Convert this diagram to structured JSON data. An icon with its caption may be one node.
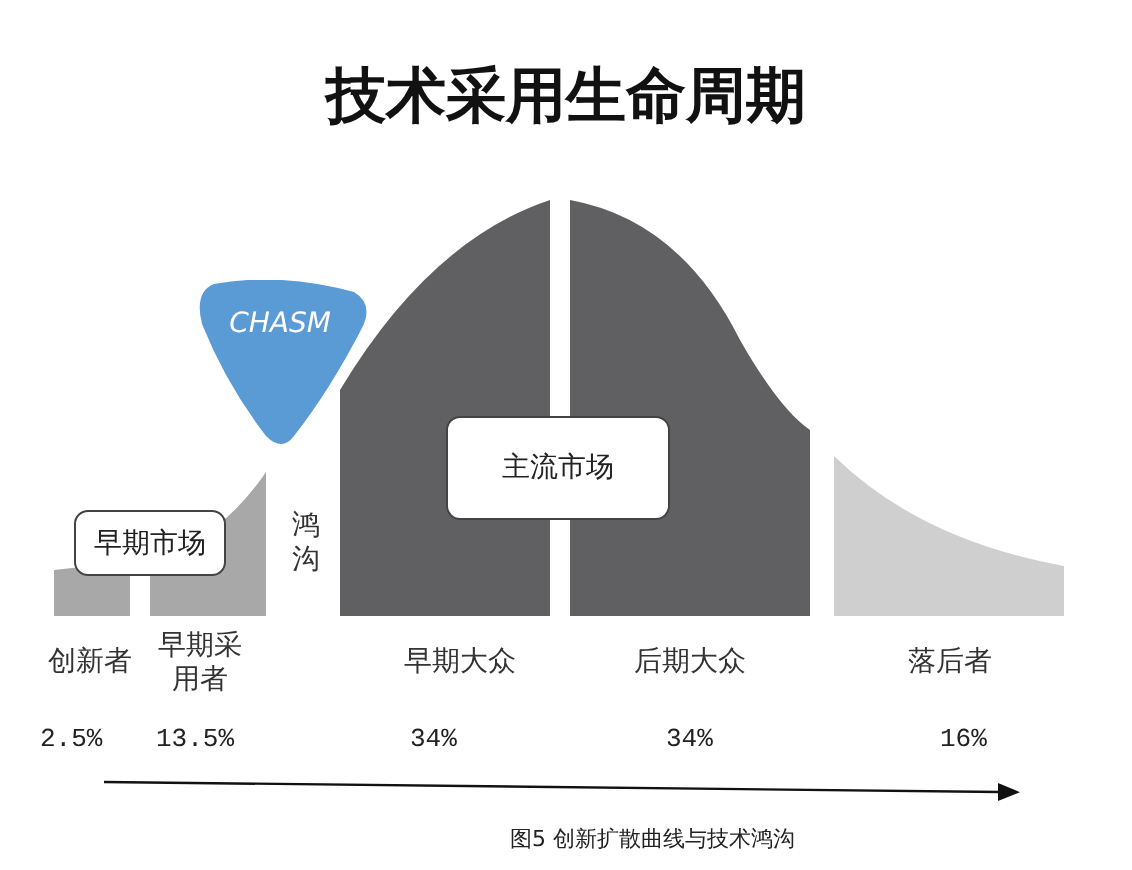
{
  "diagram": {
    "title": "技术采用生命周期",
    "caption": "图5 创新扩散曲线与技术鸿沟",
    "nodes": [
      {
        "text": [
          "CHASM"
        ]
      },
      {
        "text": [
          "早期市场"
        ]
      },
      {
        "text": [
          "主流市场"
        ]
      }
    ],
    "edges": [],
    "labels": [
      "鸿沟",
      "创新者",
      "早期采用者",
      "早期大众",
      "后期大众",
      "落后者",
      "2.5%",
      "13.5%",
      "34%",
      "34%",
      "16%"
    ]
  }
}
